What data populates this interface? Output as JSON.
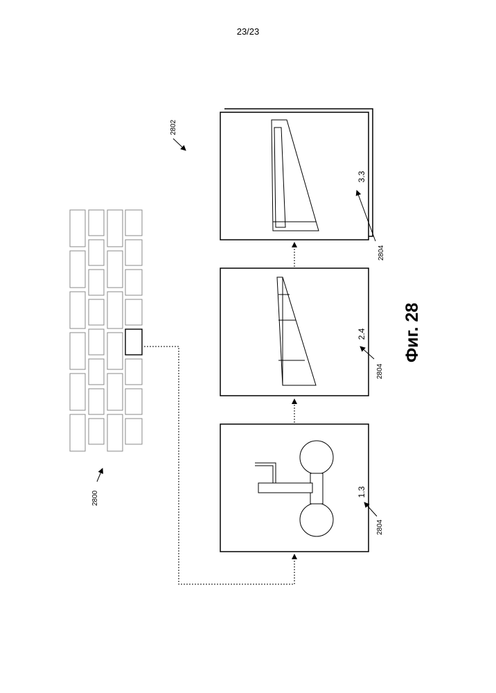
{
  "page_number": "23/23",
  "figure_caption": "Фиг. 28",
  "refs": {
    "grid": "2800",
    "viewer": "2802",
    "panel_1": "2804",
    "panel_2": "2804",
    "panel_3": "2804"
  },
  "panels": [
    {
      "label": "1.3"
    },
    {
      "label": "2.4"
    },
    {
      "label": "3.3"
    }
  ]
}
